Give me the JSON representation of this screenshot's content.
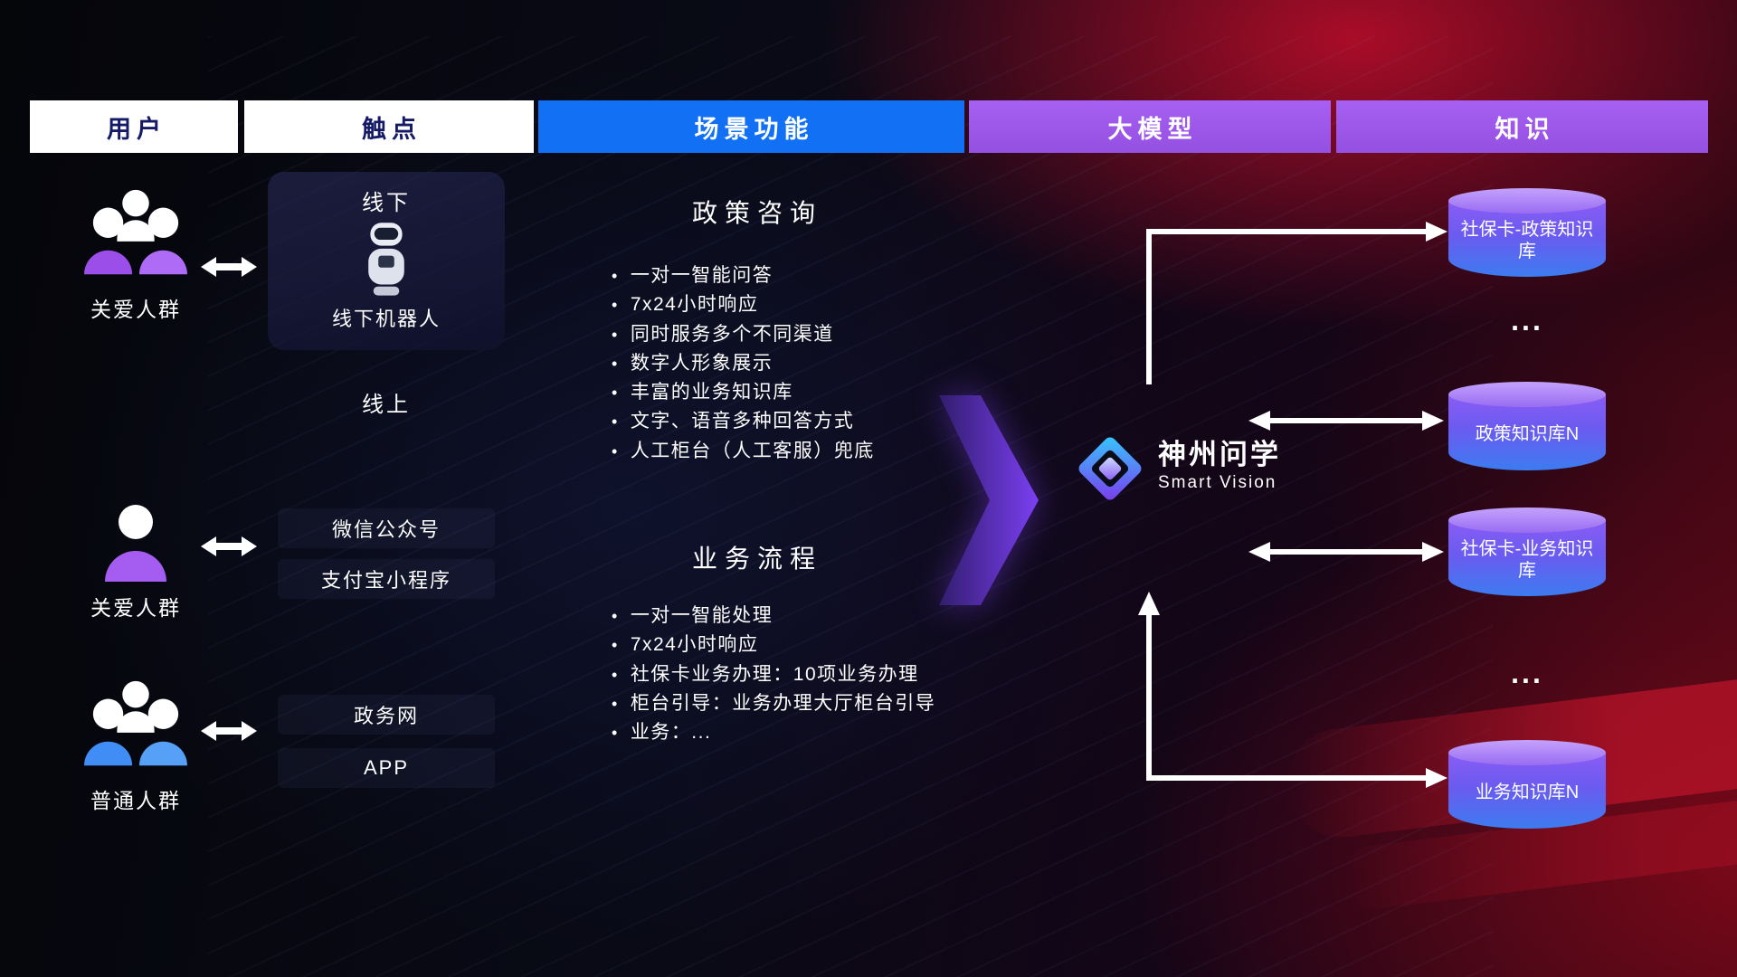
{
  "headers": [
    {
      "label": "用户"
    },
    {
      "label": "触点"
    },
    {
      "label": "场景功能"
    },
    {
      "label": "大模型"
    },
    {
      "label": "知识"
    }
  ],
  "users": [
    {
      "label": "关爱人群"
    },
    {
      "label": "关爱人群"
    },
    {
      "label": "普通人群"
    }
  ],
  "touchpoints": {
    "offline_title": "线下",
    "offline_robot": "线下机器人",
    "online_title": "线上",
    "wechat": "微信公众号",
    "alipay": "支付宝小程序",
    "gov_web": "政务网",
    "app": "APP"
  },
  "scenarios": [
    {
      "title": "政策咨询",
      "items": [
        "一对一智能问答",
        "7x24小时响应",
        "同时服务多个不同渠道",
        "数字人形象展示",
        "丰富的业务知识库",
        "文字、语音多种回答方式",
        "人工柜台（人工客服）兜底"
      ]
    },
    {
      "title": "业务流程",
      "items": [
        "一对一智能处理",
        "7x24小时响应",
        "社保卡业务办理：10项业务办理",
        "柜台引导：业务办理大厅柜台引导",
        "业务：..."
      ]
    }
  ],
  "model": {
    "name": "神州问学",
    "subtitle": "Smart Vision"
  },
  "knowledge": {
    "db1": "社保卡-政策知识库",
    "dots1": "...",
    "db2": "政策知识库N",
    "db3": "社保卡-业务知识库",
    "dots2": "...",
    "db4": "业务知识库N"
  },
  "colors": {
    "header_blue": "#1270f5",
    "header_purple": "#9d56ea",
    "header_text_dark": "#141a66",
    "user_purple": "#a55cf0",
    "user_blue": "#3f8df5",
    "cylinder_top": "#b18cfa",
    "cylinder_bottom": "#3b82f6",
    "arrow_white": "#ffffff"
  }
}
